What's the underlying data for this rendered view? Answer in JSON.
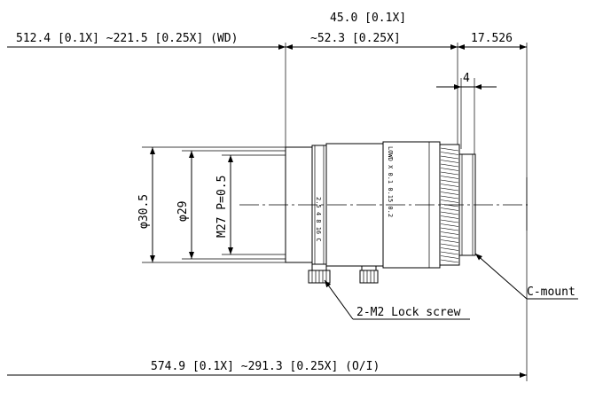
{
  "dimensions": {
    "wd_range": "512.4 [0.1X] ~221.5 [0.25X] (WD)",
    "length_top": "45.0 [0.1X]",
    "length_bottom": "~52.3 [0.25X]",
    "flange_back": "17.526",
    "mount_depth": "4",
    "outer_diameter": "φ30.5",
    "inner_diameter": "φ29",
    "filter_thread": "M27 P=0.5",
    "total_length": "574.9 [0.1X] ~291.3 [0.25X] (O/I)"
  },
  "callouts": {
    "mount": "C-mount",
    "lock_screw": "2-M2 Lock screw"
  },
  "lens_markings": {
    "aperture_scale": "2.5 4 8 16 C",
    "mag_ring": "LOWD  X 0.1  0.15 0.2"
  }
}
